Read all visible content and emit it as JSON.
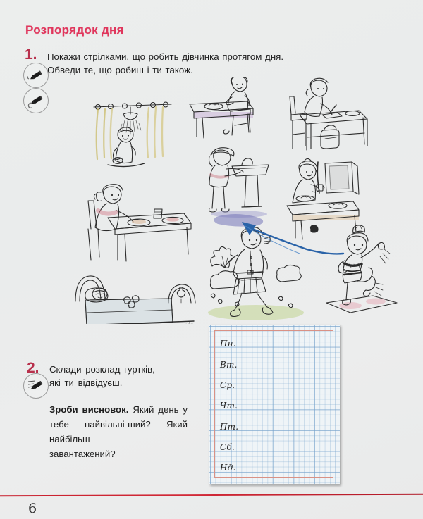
{
  "page": {
    "heading": "Розпорядок дня",
    "number": "6",
    "background_color": "#ebeced",
    "heading_color": "#e0365c",
    "footer_rule_color": "#c8202e"
  },
  "task1": {
    "number": "1.",
    "line1": "Покажи стрілками, що робить дівчинка протягом дня.",
    "line2": "Обведи те, що робиш і ти також.",
    "icons": [
      "pencil-circle-icon",
      "pencil-circle-icon"
    ]
  },
  "task2": {
    "number": "2.",
    "line1": "Склади розклад гуртків,",
    "line2": "які ти відвідуєш.",
    "icon": "pencil-circle-icon",
    "conclusion_label": "Зроби висновок.",
    "conclusion_text": " Який день у тебе найвільні-ший? Який найбільш",
    "conclusion_last": "завантажений?"
  },
  "schedule_table": {
    "border_color": "#d99185",
    "grid_color": "#6e9bc8",
    "paper_color": "#eff4f7",
    "rows": [
      "Пн.",
      "Вт.",
      "Ср.",
      "Чт.",
      "Пт.",
      "Сб.",
      "Нд."
    ]
  },
  "illustrations": [
    {
      "name": "girl-taking-shower",
      "caption": "дівчинка приймає душ"
    },
    {
      "name": "girl-eating-breakfast",
      "caption": "дівчинка снідає"
    },
    {
      "name": "girl-doing-homework",
      "caption": "дівчинка робить уроки"
    },
    {
      "name": "girl-washing-at-sink",
      "caption": "дівчинка вмивається"
    },
    {
      "name": "girl-having-meal-by-window",
      "caption": "дівчинка обідає"
    },
    {
      "name": "girl-eating-at-table",
      "caption": "дівчинка їсть за столом"
    },
    {
      "name": "girl-walking-outdoors",
      "caption": "дівчинка гуляє надворі"
    },
    {
      "name": "girl-exercising-on-mat",
      "caption": "дівчинка робить зарядку"
    },
    {
      "name": "girl-sleeping-in-bed",
      "caption": "дівчинка спить"
    },
    {
      "name": "student-drawn-blue-arrow",
      "caption": "намальована стрілка"
    }
  ]
}
